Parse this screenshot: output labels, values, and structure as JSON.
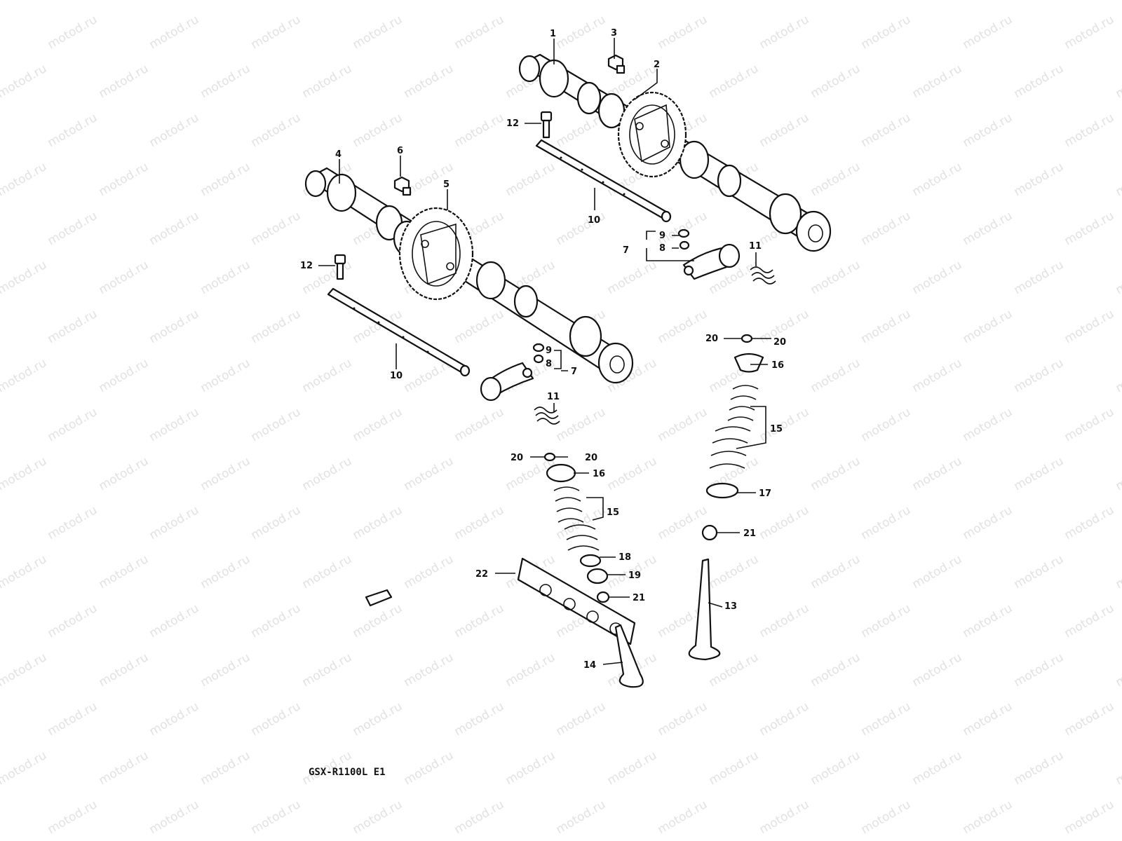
{
  "watermark": "motod.ru",
  "caption": "GSX-R1100L E1",
  "callouts": {
    "c1": "1",
    "c2": "2",
    "c3": "3",
    "c4": "4",
    "c5": "5",
    "c6": "6",
    "c7": "7",
    "c8": "8",
    "c9": "9",
    "c10": "10",
    "c11": "11",
    "c12": "12",
    "c13": "13",
    "c14": "14",
    "c15": "15",
    "c16": "16",
    "c17": "17",
    "c18": "18",
    "c19": "19",
    "c20": "20",
    "c21": "21",
    "c22": "22"
  },
  "colors": {
    "ink": "#111111",
    "paper": "#ffffff",
    "watermark": "#c9c9c9"
  }
}
